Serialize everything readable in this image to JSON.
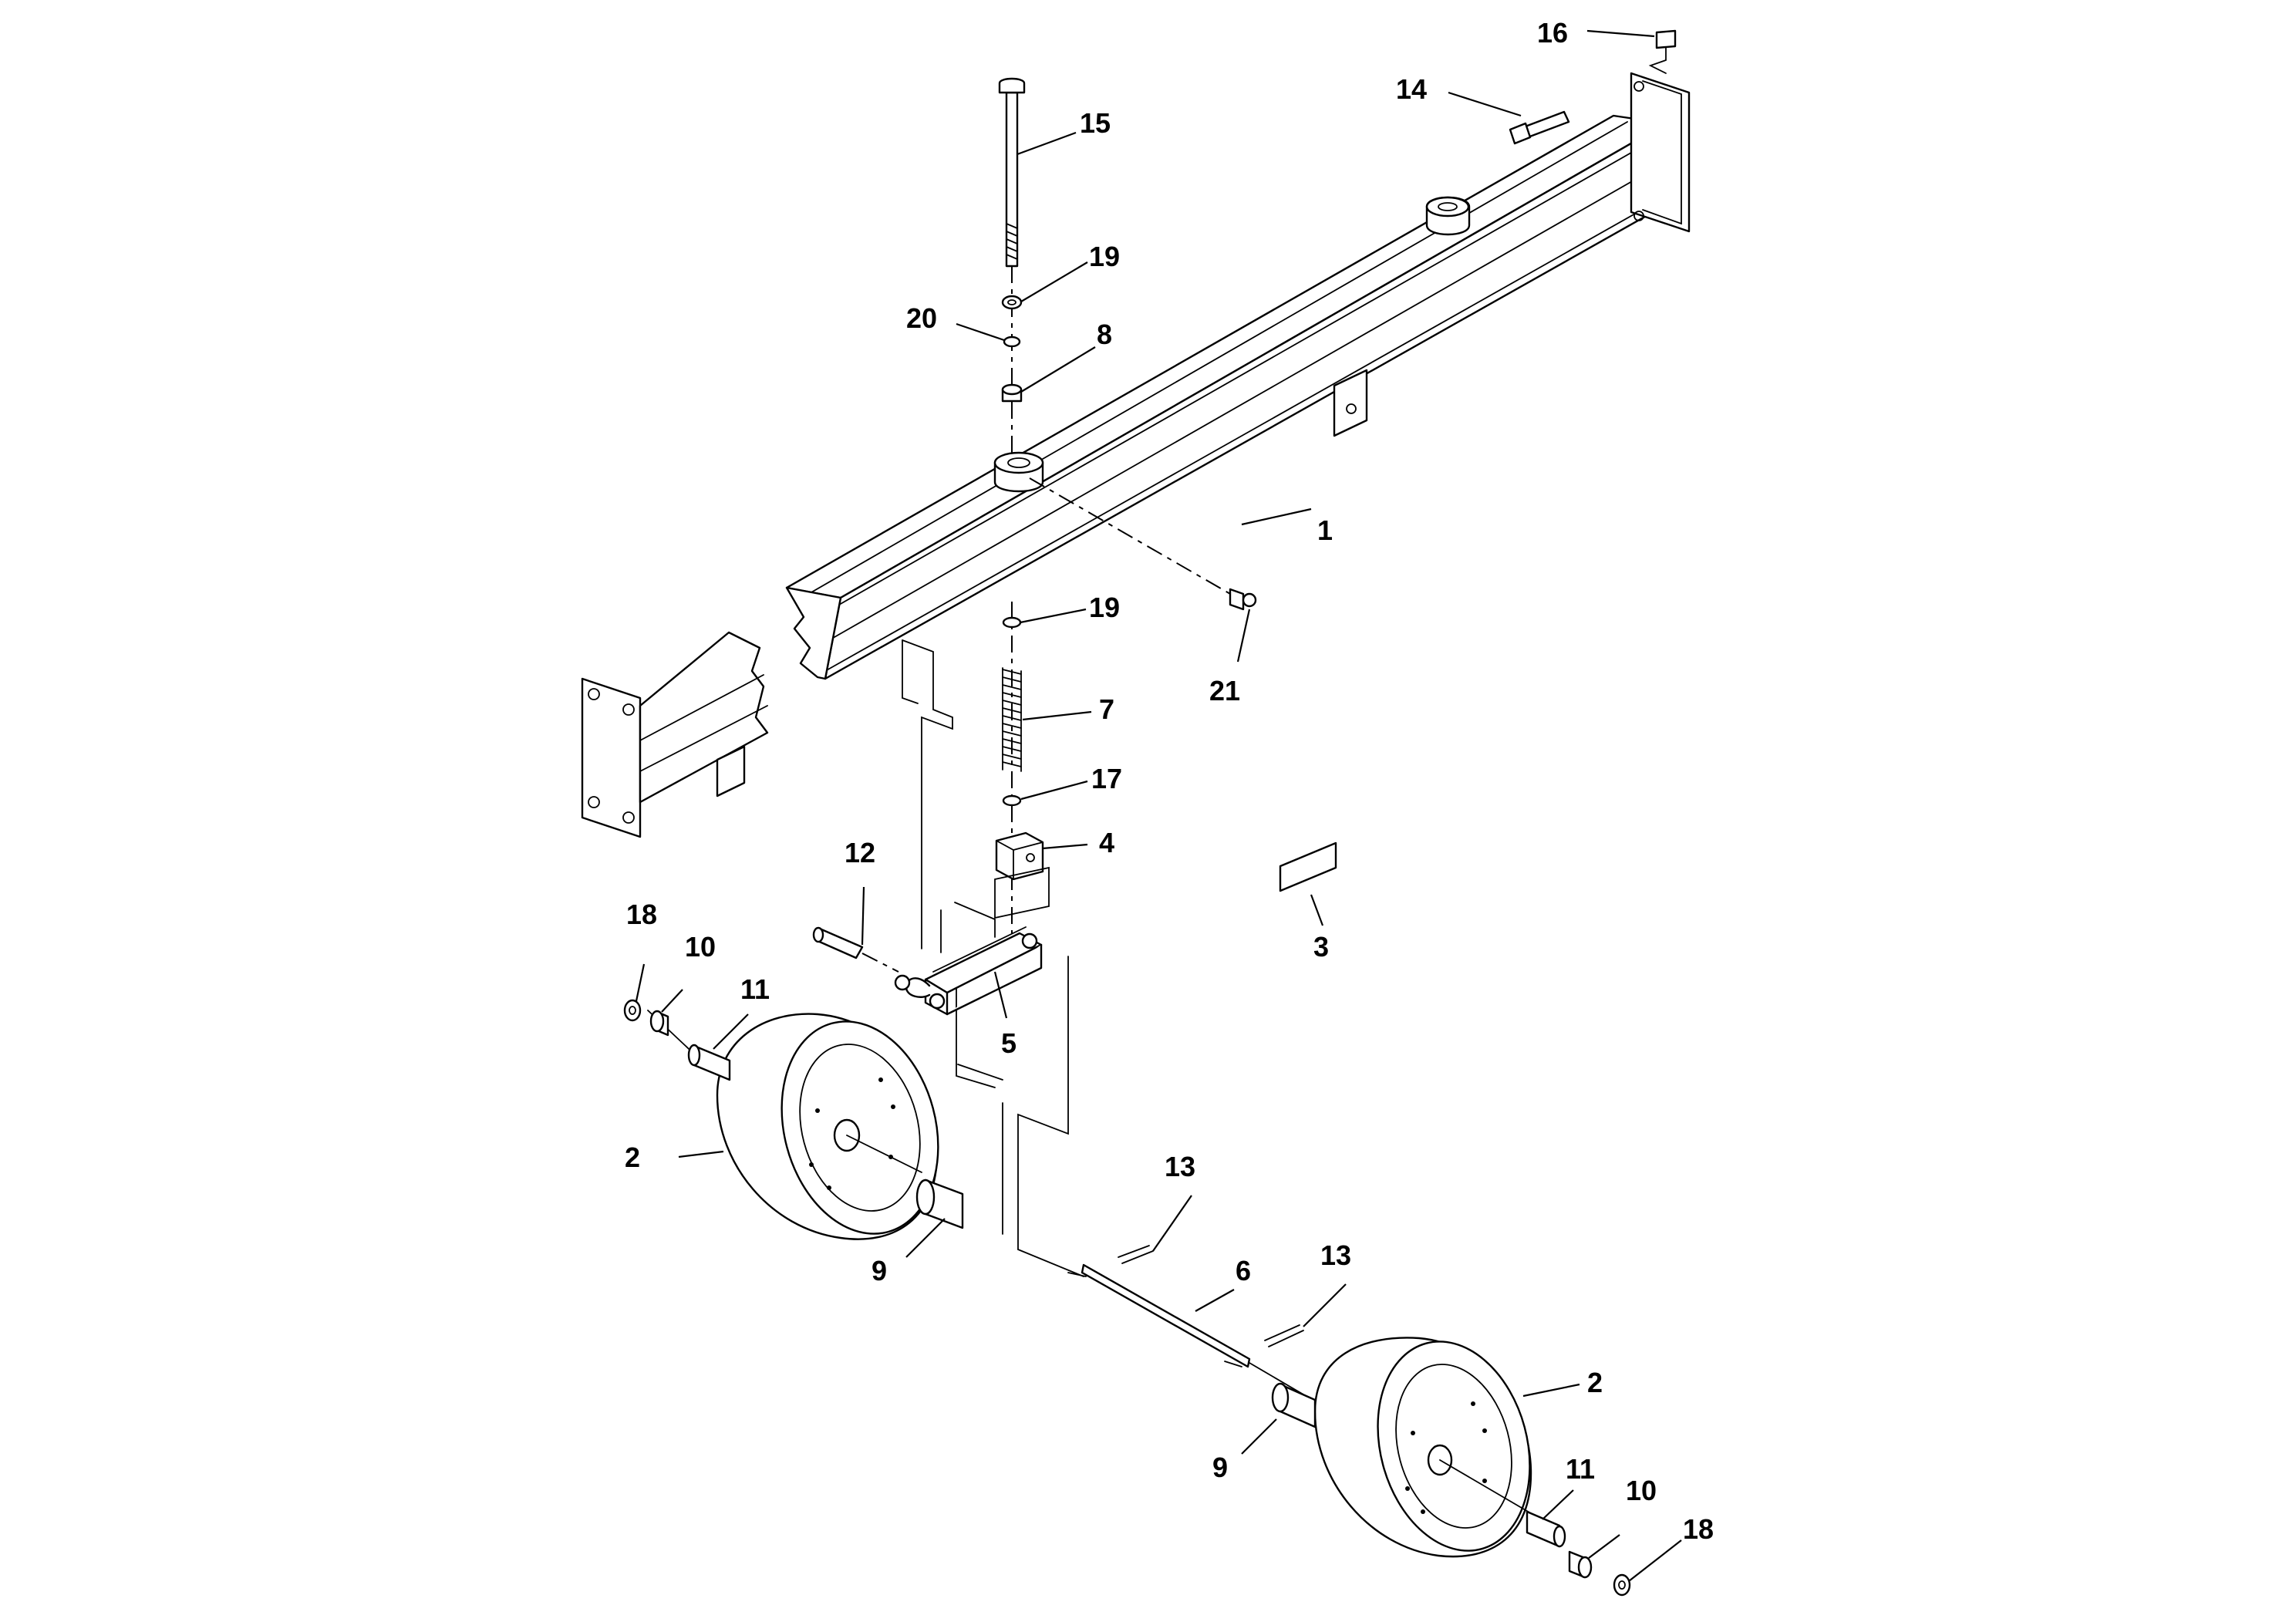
{
  "diagram": {
    "callouts": [
      {
        "id": "c1",
        "label": "1"
      },
      {
        "id": "c2a",
        "label": "2"
      },
      {
        "id": "c2b",
        "label": "2"
      },
      {
        "id": "c3",
        "label": "3"
      },
      {
        "id": "c4",
        "label": "4"
      },
      {
        "id": "c5",
        "label": "5"
      },
      {
        "id": "c6",
        "label": "6"
      },
      {
        "id": "c7",
        "label": "7"
      },
      {
        "id": "c8",
        "label": "8"
      },
      {
        "id": "c9a",
        "label": "9"
      },
      {
        "id": "c9b",
        "label": "9"
      },
      {
        "id": "c10a",
        "label": "10"
      },
      {
        "id": "c10b",
        "label": "10"
      },
      {
        "id": "c11a",
        "label": "11"
      },
      {
        "id": "c11b",
        "label": "11"
      },
      {
        "id": "c12",
        "label": "12"
      },
      {
        "id": "c13a",
        "label": "13"
      },
      {
        "id": "c13b",
        "label": "13"
      },
      {
        "id": "c14",
        "label": "14"
      },
      {
        "id": "c15",
        "label": "15"
      },
      {
        "id": "c16",
        "label": "16"
      },
      {
        "id": "c17",
        "label": "17"
      },
      {
        "id": "c18a",
        "label": "18"
      },
      {
        "id": "c18b",
        "label": "18"
      },
      {
        "id": "c19a",
        "label": "19"
      },
      {
        "id": "c19b",
        "label": "19"
      },
      {
        "id": "c20",
        "label": "20"
      },
      {
        "id": "c21",
        "label": "21"
      }
    ]
  }
}
